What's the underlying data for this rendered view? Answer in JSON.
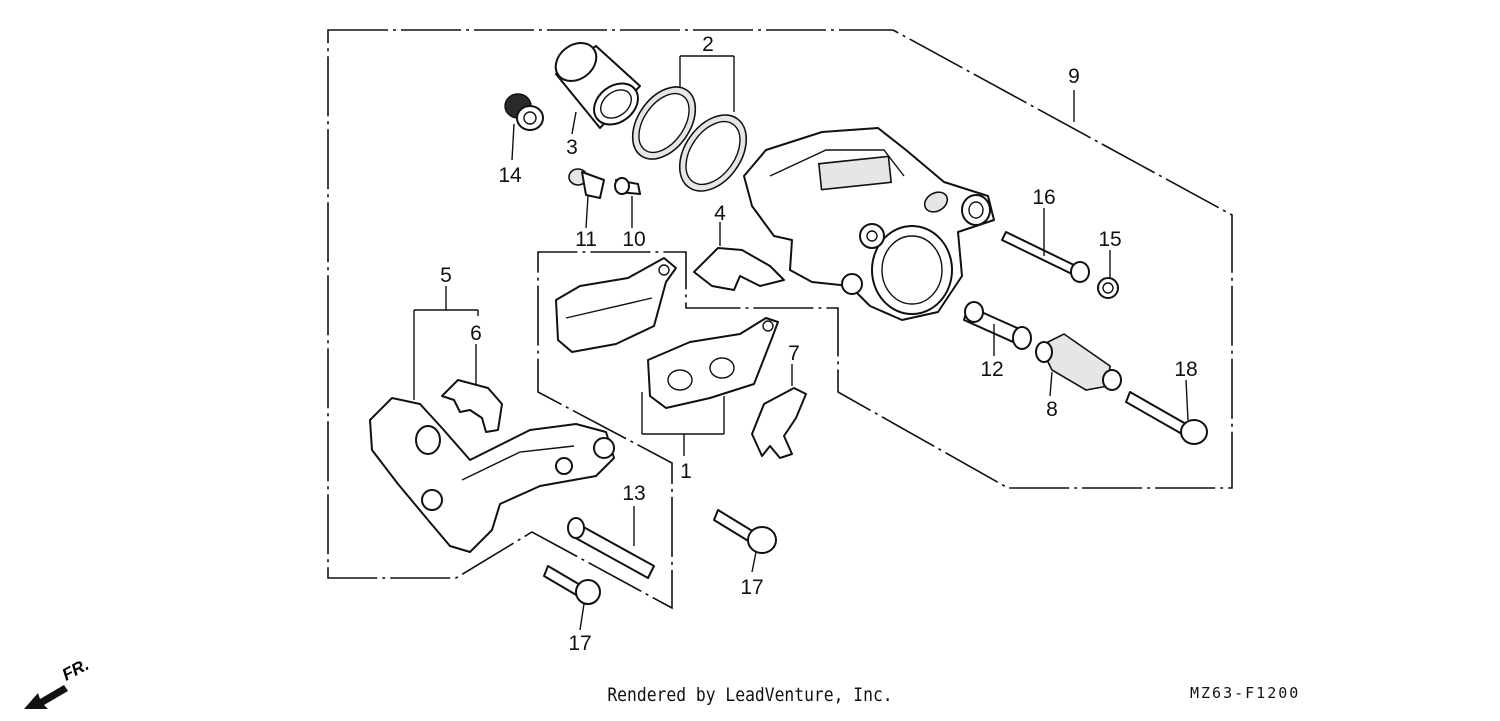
{
  "diagram": {
    "callouts": [
      {
        "id": "c1",
        "text": "1"
      },
      {
        "id": "c2",
        "text": "2"
      },
      {
        "id": "c3",
        "text": "3"
      },
      {
        "id": "c4",
        "text": "4"
      },
      {
        "id": "c5",
        "text": "5"
      },
      {
        "id": "c6",
        "text": "6"
      },
      {
        "id": "c7",
        "text": "7"
      },
      {
        "id": "c8",
        "text": "8"
      },
      {
        "id": "c9",
        "text": "9"
      },
      {
        "id": "c10",
        "text": "10"
      },
      {
        "id": "c11",
        "text": "11"
      },
      {
        "id": "c12",
        "text": "12"
      },
      {
        "id": "c13",
        "text": "13"
      },
      {
        "id": "c14",
        "text": "14"
      },
      {
        "id": "c15",
        "text": "15"
      },
      {
        "id": "c16",
        "text": "16"
      },
      {
        "id": "c17a",
        "text": "17"
      },
      {
        "id": "c17b",
        "text": "17"
      },
      {
        "id": "c18",
        "text": "18"
      }
    ]
  },
  "footer": {
    "credit": "Rendered by LeadVenture, Inc.",
    "drawing_code": "MZ63-F1200",
    "direction_label": "FR."
  }
}
